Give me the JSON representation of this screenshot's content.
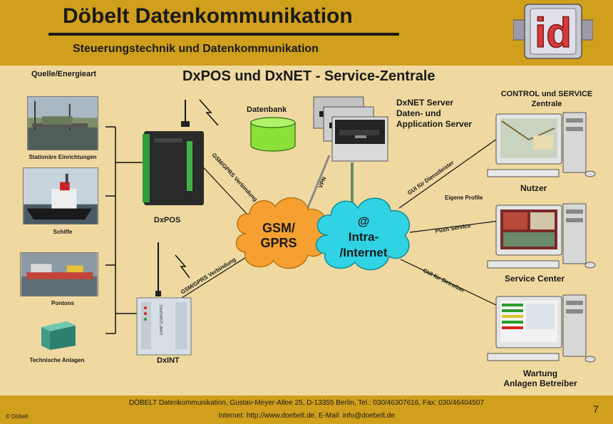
{
  "header": {
    "title": "Döbelt Datenkommunikation",
    "subtitle": "Steuerungstechnik und Datenkommunikation",
    "logo_text": "id",
    "brand_color": "#d09f1c"
  },
  "main_title": "DxPOS und DxNET  - Service-Zentrale",
  "left_column": {
    "heading": "Quelle/Energieart",
    "items": [
      {
        "label": "Stationäre Einrichtungen"
      },
      {
        "label": "Schiffe"
      },
      {
        "label": "Pontons"
      },
      {
        "label": "Technische Anlagen"
      }
    ]
  },
  "devices": {
    "dxpos": "DxPOS",
    "dxint": "DxINT",
    "dxint_panel_text": "DxINT GSM/GPRS"
  },
  "database": "Datenbank",
  "server": {
    "line1": "DxNET Server",
    "line2": "Daten- und",
    "line3": "Application Server"
  },
  "clouds": {
    "gsm_line1": "GSM/",
    "gsm_line2": "GPRS",
    "internet_line1": "@",
    "internet_line2": "Intra-",
    "internet_line3": "/Internet",
    "gsm_color": "#f5a030",
    "internet_color": "#2fd3e4"
  },
  "connections": {
    "dxpos_gsm": "GSM/GPRS Verbindung",
    "dxint_gsm": "GSM/GPRS Verbindung",
    "vpn": "VPN",
    "gui_dienstleister": "GUI für Dienstleister",
    "eigene_profile": "Eigene Profile",
    "push_service": "Push Service",
    "gui_betreiber": "GUI für Betreiber"
  },
  "right_column": {
    "heading_line1": "CONTROL und SERVICE",
    "heading_line2": "Zentrale",
    "nutzer": "Nutzer",
    "service_center": "Service Center",
    "wartung_line1": "Wartung",
    "wartung_line2": "Anlagen  Betreiber"
  },
  "footer": {
    "line1": "DÖBELT Datenkommunikation, Gustav-Meyer-Allee 25, D-13355 Berlin, Tel.: 030/46307616, Fax: 030/46404507",
    "line2": "Internet: http://www.doebelt.de, E-Mail: info@doebelt.de",
    "copyright": "© Döbelt",
    "page": "7"
  }
}
